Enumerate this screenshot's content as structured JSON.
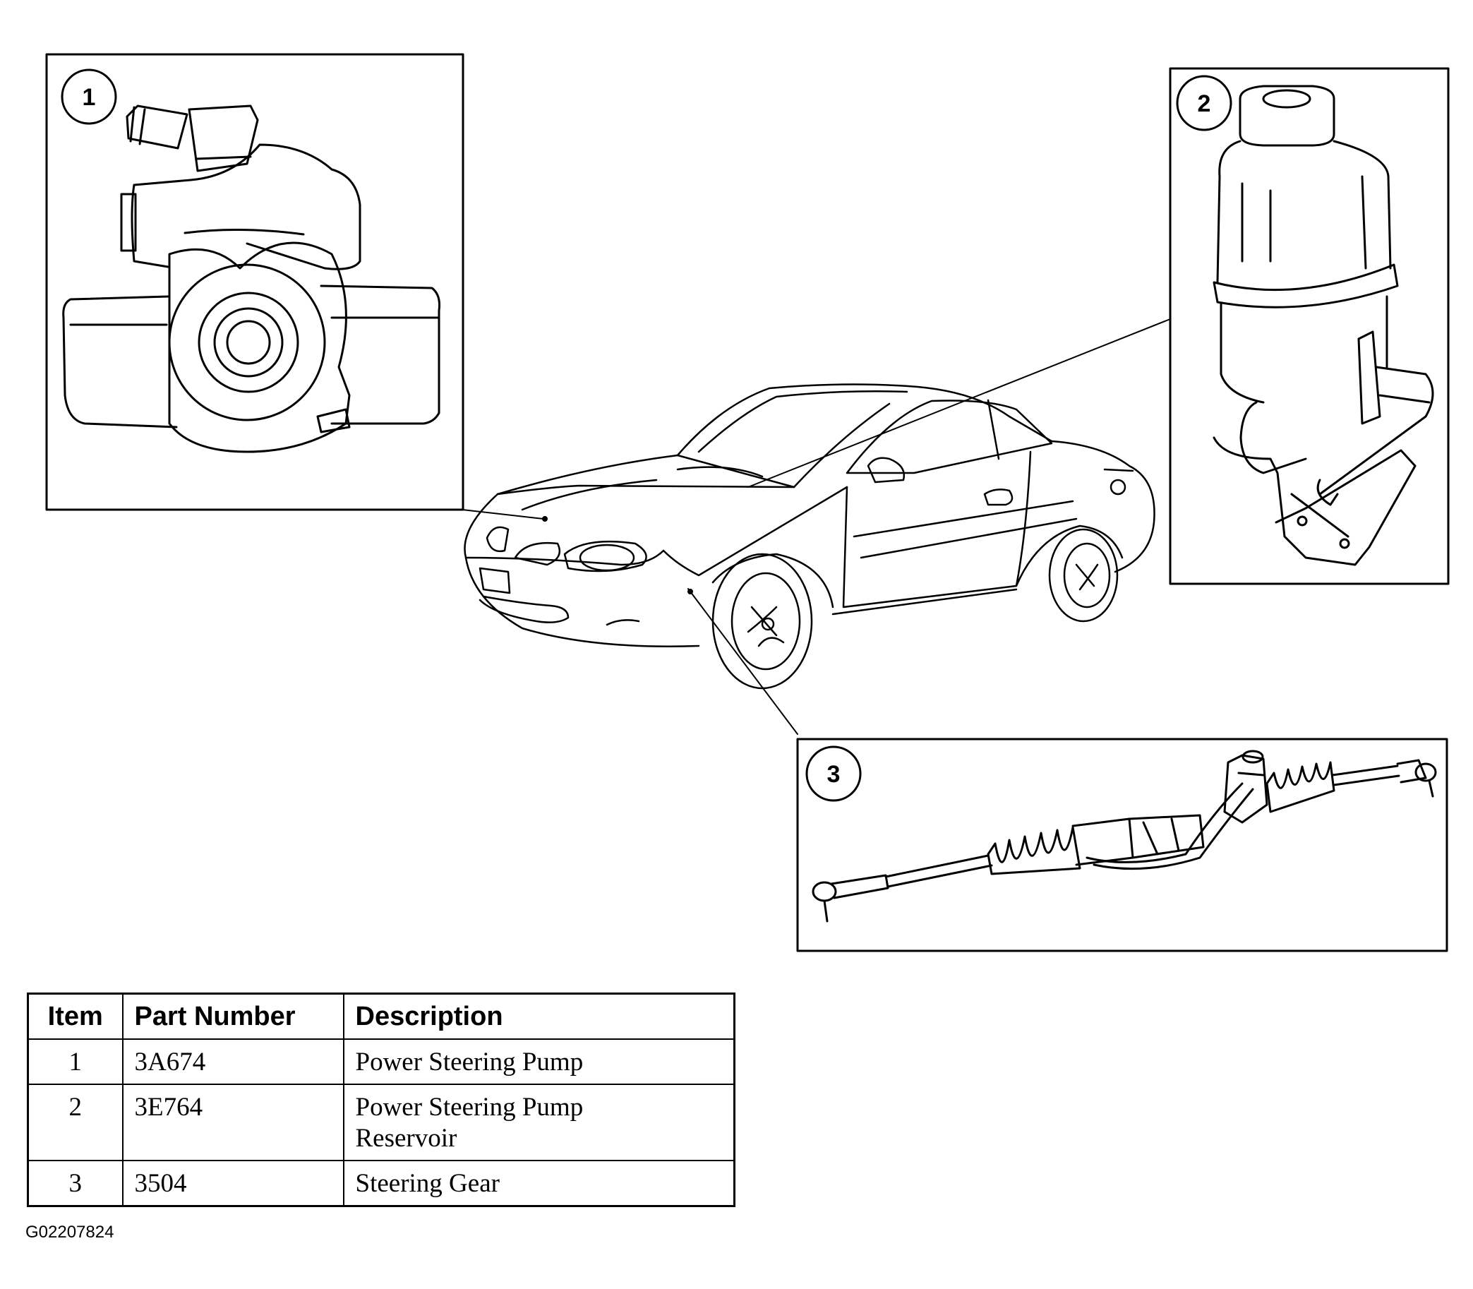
{
  "callouts": [
    "1",
    "2",
    "3"
  ],
  "table": {
    "headers": [
      "Item",
      "Part Number",
      "Description"
    ],
    "rows": [
      {
        "item": "1",
        "part_number": "3A674",
        "description": "Power Steering Pump"
      },
      {
        "item": "2",
        "part_number": "3E764",
        "description": "Power Steering Pump\nReservoir"
      },
      {
        "item": "3",
        "part_number": "3504",
        "description": "Steering Gear"
      }
    ]
  },
  "figure_id": "G02207824"
}
